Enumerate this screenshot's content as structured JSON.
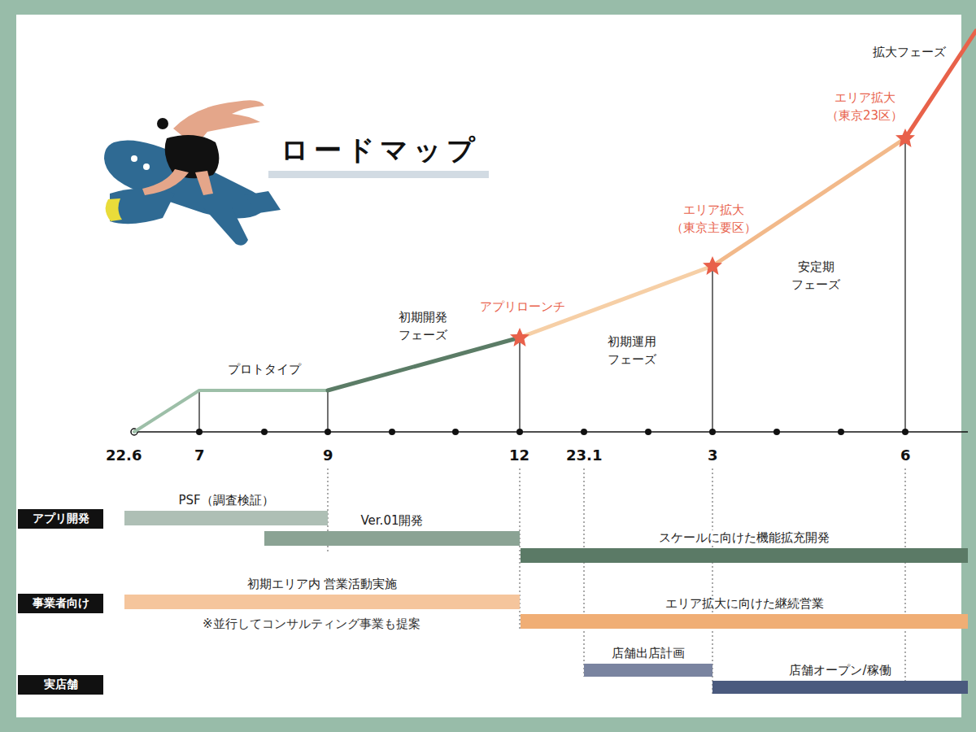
{
  "diagram": {
    "title": "ロードマップ",
    "nodes": [
      {
        "text": [
          "アプリ開発"
        ]
      },
      {
        "text": [
          "事業者向け"
        ]
      },
      {
        "text": [
          "実店舗"
        ]
      },
      {
        "text": [
          "PSF（調査検証）"
        ]
      },
      {
        "text": [
          "Ver.01開発"
        ]
      },
      {
        "text": [
          "スケールに向けた機能拡充開発"
        ]
      },
      {
        "text": [
          "初期エリア内 営業活動実施"
        ]
      },
      {
        "text": [
          "エリア拡大に向けた継続営業"
        ]
      },
      {
        "text": [
          "店舗出店計画"
        ]
      },
      {
        "text": [
          "店舗オープン/稼働"
        ]
      }
    ],
    "labels": [
      "22.6",
      "7",
      "9",
      "12",
      "23.1",
      "3",
      "6",
      "プロトタイプ",
      "初期開発 フェーズ",
      "アプリローンチ",
      "初期運用 フェーズ",
      "エリア拡大 （東京主要区）",
      "安定期 フェーズ",
      "エリア拡大 （東京23区）",
      "拡大フェーズ",
      "※並行してコンサルティング事業も提案"
    ]
  }
}
